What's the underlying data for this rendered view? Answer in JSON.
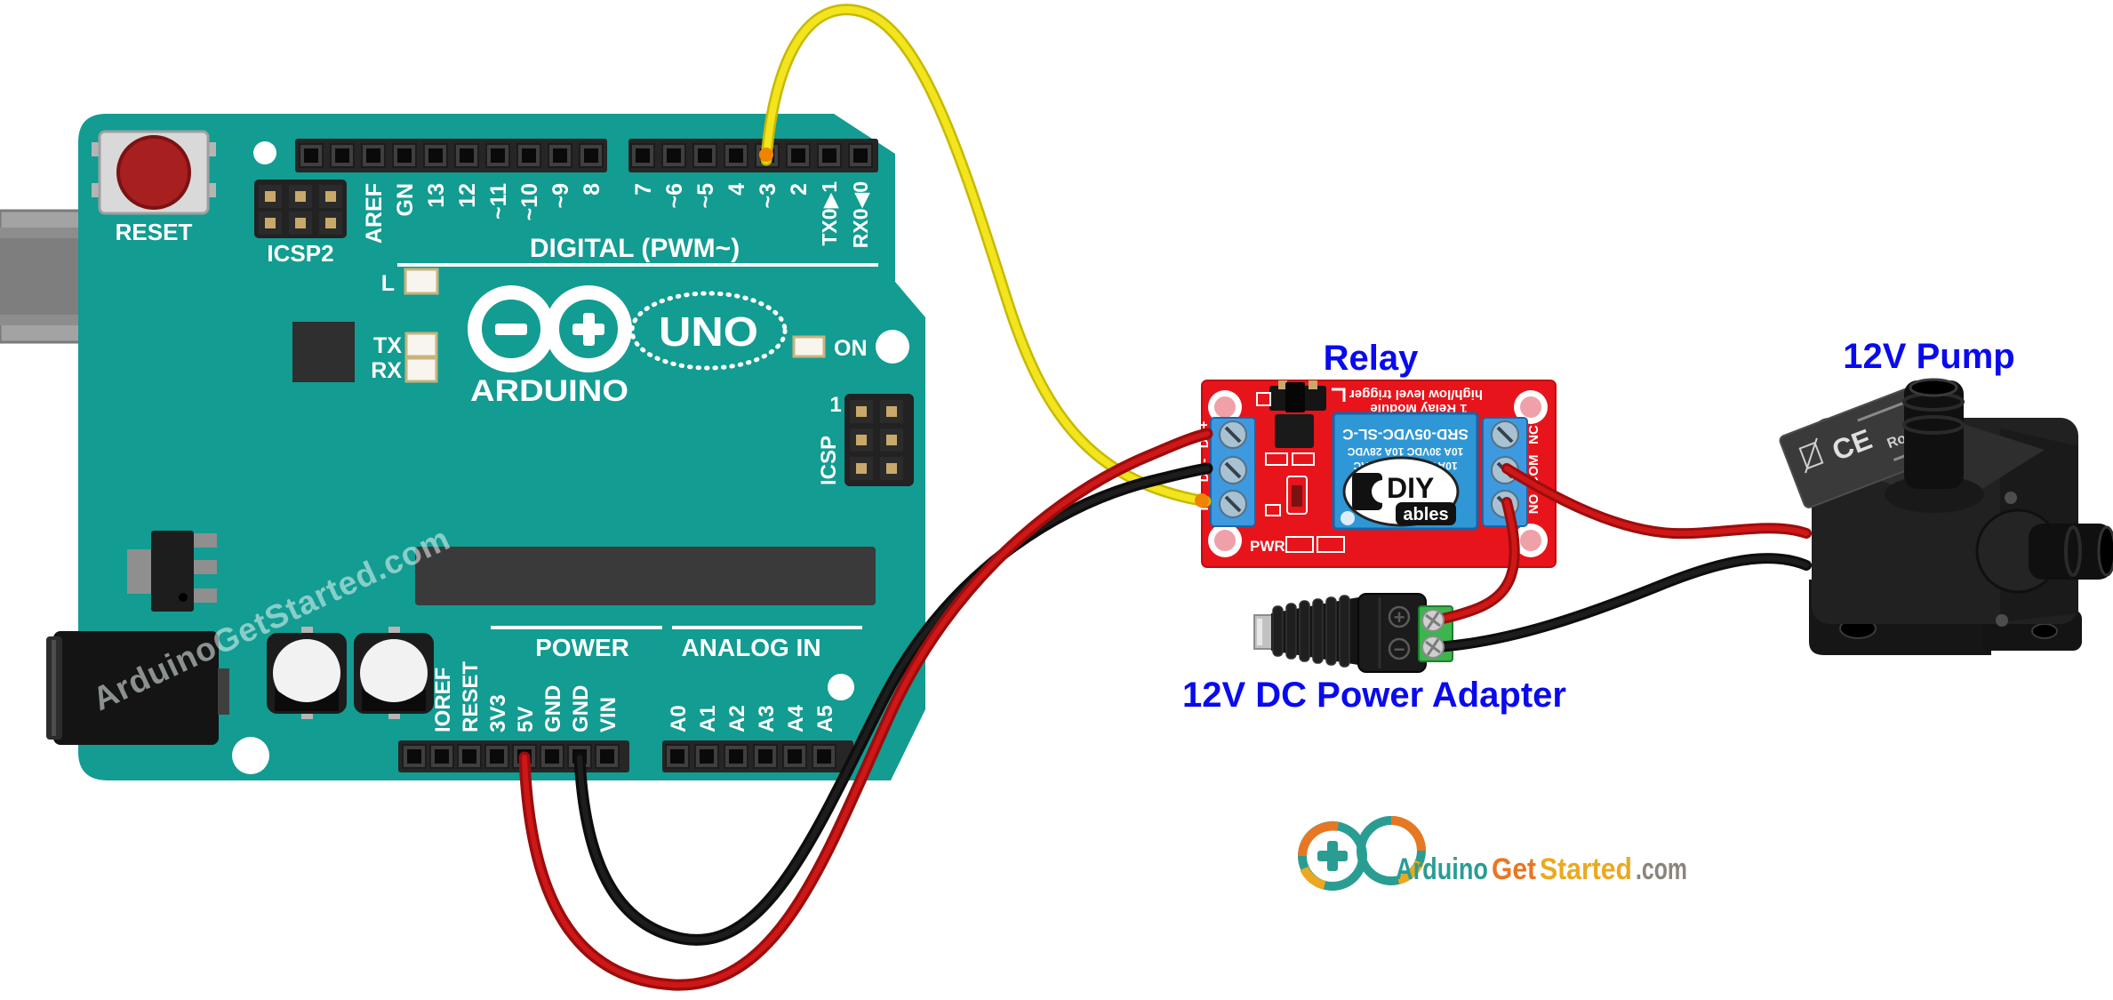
{
  "colors": {
    "board_teal": "#129c92",
    "relay_red": "#e8141b",
    "terminal_blue": "#3d9ae0",
    "relay_cube_blue": "#2f97d6",
    "adapter_green": "#3cb54d",
    "wire_red": "#cf1717",
    "wire_black": "#1d1d1d",
    "wire_yellow": "#f2e41d",
    "title_blue": "#0a0aee",
    "logo_teal": "#2a9d93",
    "logo_orange": "#e87722",
    "logo_gold": "#eaa920",
    "logo_gray": "#8a857c"
  },
  "arduino": {
    "reset_label": "RESET",
    "icsp2_label": "ICSP2",
    "icsp_label": "ICSP",
    "icsp_pin1_label": "1",
    "digital_section_label": "DIGITAL (PWM~)",
    "digital_left_pin_labels": [
      "AREF",
      "GN",
      "13",
      "12",
      "~11",
      "~10",
      "~9",
      "8"
    ],
    "digital_right_pin_labels": [
      "7",
      "~6",
      "~5",
      "4",
      "~3",
      "2",
      "TX0▶1",
      "RX0◀0"
    ],
    "led_l_label": "L",
    "led_tx_label": "TX",
    "led_rx_label": "RX",
    "led_on_label": "ON",
    "brand": "ARDUINO",
    "model": "UNO",
    "power_section_label": "POWER",
    "analog_section_label": "ANALOG IN",
    "power_pin_labels": [
      "IOREF",
      "RESET",
      "3V3",
      "5V",
      "GND",
      "GND",
      "VIN"
    ],
    "analog_pin_labels": [
      "A0",
      "A1",
      "A2",
      "A3",
      "A4",
      "A5"
    ],
    "watermark": "ArduinoGetStarted.com"
  },
  "relay": {
    "title": "Relay",
    "silk_line1": "1 Relay Module",
    "silk_line2": "high/low level trigger",
    "cube_line1": "SRD-05VDC-SL-C",
    "cube_line2": "10A 30VDC 10A 28VDC",
    "cube_line3": "10A 250VAC 125VAC",
    "logo_word1": "DIY",
    "logo_word2": "ables",
    "pwr_label": "PWR",
    "left_terminal_labels": [
      "DC+",
      "DC-",
      "IN"
    ],
    "right_terminal_labels": [
      "NC",
      "COM",
      "NO"
    ]
  },
  "adapter": {
    "title": "12V DC Power Adapter",
    "plus_symbol": "+",
    "minus_symbol": "−"
  },
  "pump": {
    "title": "12V Pump",
    "ce_mark": "CE",
    "rohs_mark": "RoHS"
  },
  "site_logo": {
    "word1": "Arduino",
    "word2": "Get",
    "word3": "Started",
    "word4": ".com"
  }
}
